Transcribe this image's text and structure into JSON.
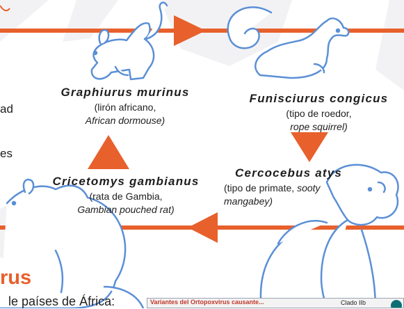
{
  "left_fragments": [
    "ad",
    "es"
  ],
  "heading_fragment": "rus",
  "paragraph_fragment": "le países de África:",
  "animals": {
    "graphiurus": {
      "name": "Graphiurus murinus",
      "desc1": "(lirón africano,",
      "desc2": "African dormouse)"
    },
    "funisciurus": {
      "name": "Funisciurus congicus",
      "desc1": "(tipo de roedor,",
      "desc2": "rope squirrel)"
    },
    "cercocebus": {
      "name": "Cercocebus atys",
      "desc1": "(tipo de primate,",
      "desc1_italic": "sooty",
      "desc2": "mangabey)"
    },
    "cricetomys": {
      "name": "Cricetomys gambianus",
      "desc1": "(rata de Gambia,",
      "desc2": "Gambian pouched rat)"
    }
  },
  "inset": {
    "title": "Variantes del Ortopoxvirus causante...",
    "clade_label": "Clado IIb"
  },
  "colors": {
    "accent": "#e8602c",
    "illustration": "#5b8fd6",
    "teal": "#0d6f75"
  }
}
